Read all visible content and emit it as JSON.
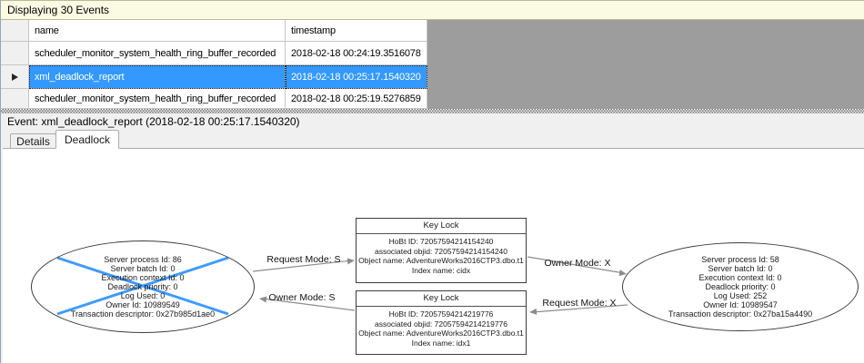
{
  "header": {
    "title": "Displaying 30 Events"
  },
  "table": {
    "columns": {
      "name": "name",
      "timestamp": "timestamp"
    },
    "rows": [
      {
        "name": "scheduler_monitor_system_health_ring_buffer_recorded",
        "timestamp": "2018-02-18 00:24:19.3516078",
        "selected": false
      },
      {
        "name": "xml_deadlock_report",
        "timestamp": "2018-02-18 00:25:17.1540320",
        "selected": true
      },
      {
        "name": "scheduler_monitor_system_health_ring_buffer_recorded",
        "timestamp": "2018-02-18 00:25:19.5276859",
        "selected": false
      }
    ]
  },
  "event_line": {
    "text": "Event: xml_deadlock_report (2018-02-18 00:25:17.1540320)"
  },
  "tabs": [
    {
      "label": "Details",
      "active": false
    },
    {
      "label": "Deadlock",
      "active": true
    }
  ],
  "graph": {
    "process_left": {
      "victim": true,
      "lines": [
        "Server process Id: 86",
        "Server batch Id: 0",
        "Execution context Id: 0",
        "Deadlock priority: 0",
        "Log Used: 0",
        "Owner Id: 10989549",
        "Transaction descriptor: 0x27b985d1ae0"
      ]
    },
    "process_right": {
      "victim": false,
      "lines": [
        "Server process Id: 58",
        "Server batch Id: 0",
        "Execution context Id: 0",
        "Deadlock priority: 0",
        "Log Used: 252",
        "Owner Id: 10989547",
        "Transaction descriptor: 0x27ba15a4490"
      ]
    },
    "lock_top": {
      "title": "Key Lock",
      "lines": [
        "HoBt ID: 72057594214154240",
        "associated objid: 72057594214154240",
        "Object name: AdventureWorks2016CTP3.dbo.t1",
        "Index name: cidx"
      ]
    },
    "lock_bottom": {
      "title": "Key Lock",
      "lines": [
        "HoBt ID: 72057594214219776",
        "associated objid: 72057594214219776",
        "Object name: AdventureWorks2016CTP3.dbo.t1",
        "Index name: idx1"
      ]
    },
    "edges": [
      {
        "label": "Request Mode: S"
      },
      {
        "label": "Owner Mode: S"
      },
      {
        "label": "Owner Mode: X"
      },
      {
        "label": "Request Mode: X"
      }
    ]
  },
  "colors": {
    "selection_blue": "#3399ff",
    "victim_cross_blue": "#3e9bff",
    "status_bar_yellow": "#fbfbe3",
    "grid_void_gray": "#9d9d9d",
    "edge_gray": "#8c8c8c"
  }
}
